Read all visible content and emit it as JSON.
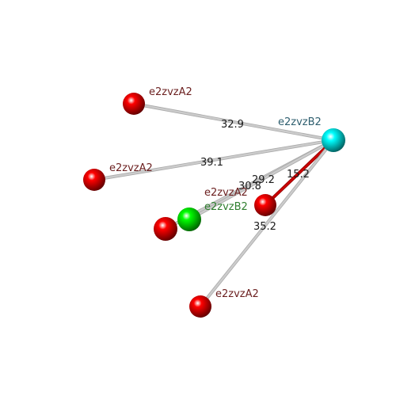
{
  "colors": {
    "background": "#ffffff",
    "center_atom": "#00ffff",
    "ligand_atom": "#ff0000",
    "highlight_atom": "#00ff00",
    "bond_default": "#cccccc",
    "bond_highlight": "#cc0000",
    "label_ligand": "#6b1f1f",
    "label_center": "#2f5f6f",
    "label_highlight": "#2f7f2f"
  },
  "atoms": [
    {
      "id": "center",
      "label": "e2zvzB2",
      "color_key": "center_atom",
      "label_color_key": "label_center"
    },
    {
      "id": "a1",
      "label": "e2zvzA2",
      "color_key": "ligand_atom",
      "label_color_key": "label_ligand"
    },
    {
      "id": "a2",
      "label": "e2zvzA2",
      "color_key": "ligand_atom",
      "label_color_key": "label_ligand"
    },
    {
      "id": "a3",
      "label": "e2zvzA2",
      "color_key": "ligand_atom",
      "label_color_key": "label_ligand"
    },
    {
      "id": "a4",
      "label": "e2zvzA2",
      "color_key": "ligand_atom",
      "label_color_key": "label_ligand"
    },
    {
      "id": "a5",
      "label": "e2zvzA2",
      "color_key": "ligand_atom",
      "label_color_key": "label_ligand"
    },
    {
      "id": "g1",
      "label": "e2zvzB2",
      "color_key": "highlight_atom",
      "label_color_key": "label_highlight"
    }
  ],
  "bonds": [
    {
      "from": "center",
      "to": "a1",
      "distance": "32.9",
      "highlight": false
    },
    {
      "from": "center",
      "to": "a2",
      "distance": "39.1",
      "highlight": false
    },
    {
      "from": "center",
      "to": "a3",
      "distance": "30.8",
      "highlight": false
    },
    {
      "from": "center",
      "to": "g1",
      "distance": "29.2",
      "highlight": false
    },
    {
      "from": "center",
      "to": "a4",
      "distance": "15.2",
      "highlight": true
    },
    {
      "from": "center",
      "to": "a5",
      "distance": "35.2",
      "highlight": false
    }
  ]
}
